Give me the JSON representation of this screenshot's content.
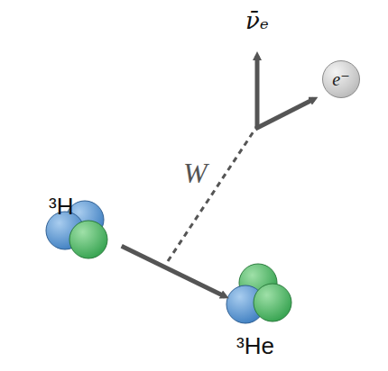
{
  "diagram": {
    "nodes": [
      {
        "text": [
          "³H"
        ]
      },
      {
        "text": [
          "³He"
        ]
      },
      {
        "text": [
          "e⁻"
        ]
      }
    ],
    "edges": [
      {
        "from": 0,
        "to": 1,
        "arrow": "to"
      }
    ],
    "labels": [
      "W",
      "ν̄ₑ"
    ]
  }
}
